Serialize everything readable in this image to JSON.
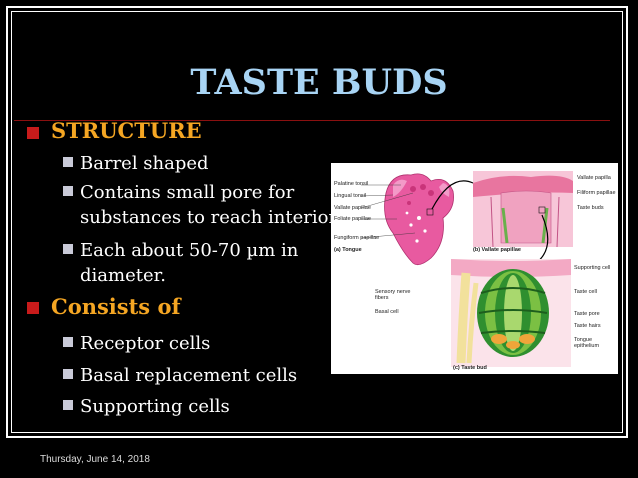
{
  "slide": {
    "title": "TASTE BUDS",
    "date": "Thursday, June 14, 2018"
  },
  "sections": [
    {
      "heading": "STRUCTURE",
      "items": [
        "Barrel shaped",
        "Contains small pore for substances to reach interior",
        "Each about 50-70 µm in diameter."
      ]
    },
    {
      "heading": "Consists of",
      "items": [
        "Receptor cells",
        "Basal replacement cells",
        "Supporting cells"
      ]
    }
  ],
  "figure": {
    "labels": {
      "palatine_tonsil": "Palatine tonsil",
      "lingual_tonsil": "Lingual tonsil",
      "vallate_papillae_left": "Vallate papillae",
      "foliate_papillae": "Foliate papillae",
      "fungiform_papillae": "Fungiform papillae",
      "panel_a": "(a) Tongue",
      "vallate_papilla_right": "Vallate papilla",
      "filiform_papillae": "Filiform papillae",
      "taste_buds": "Taste buds",
      "panel_b": "(b) Vallate papillae",
      "supporting_cell": "Supporting cell",
      "sensory_nerve_fibers": "Sensory nerve fibers",
      "taste_cell": "Taste cell",
      "basal_cell": "Basal cell",
      "taste_pore": "Taste pore",
      "taste_hairs": "Taste hairs",
      "tongue_epithelium": "Tongue epithelium",
      "panel_c": "(c) Taste bud"
    }
  },
  "colors": {
    "background": "#000000",
    "title": "#a8d4f4",
    "heading": "#f5a623",
    "bullet_major": "#c81b1b",
    "bullet_minor": "#c9cad8",
    "text": "#ffffff"
  }
}
